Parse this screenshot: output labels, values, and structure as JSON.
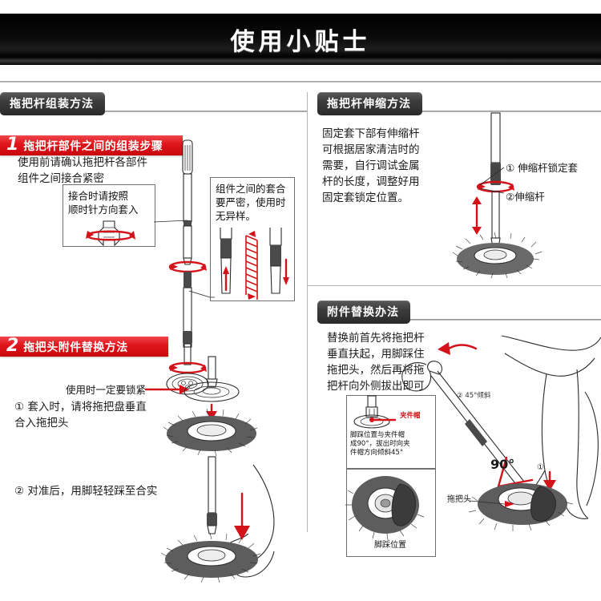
{
  "header": {
    "title": "使用小贴士"
  },
  "left_column": {
    "section_title": "拖把杆组装方法",
    "step1": {
      "number": "1",
      "title": "拖把杆部件之间的组装步骤",
      "paragraph": "使用前请确认拖把杆各部件\n组件之间接合紧密",
      "callout_left": "接合时请按照\n顺时针方向套入",
      "callout_right": "组件之间的套合\n要严密，使用时\n无异样。",
      "lock_label": "使用时一定要锁紧"
    },
    "step2": {
      "number": "2",
      "title": "拖把头附件替换方法",
      "item1": "① 套入时，请将拖把盘垂直\n合入拖把头",
      "item2": "② 对准后，用脚轻轻踩至合实"
    }
  },
  "right_column": {
    "section_top": {
      "title": "拖把杆伸缩方法",
      "paragraph": "固定套下部有伸缩杆\n可根据居家清洁时的\n需要，自行调试金属\n杆的长度，调整好用\n固定套锁定位置。",
      "label1": "① 伸缩杆锁定套",
      "label2": "②伸缩杆"
    },
    "section_bottom": {
      "title": "附件替换办法",
      "paragraph": "替换前首先将拖把杆\n垂直扶起，用脚踩住\n拖把头，然后再将拖\n把杆向外侧拔出即可",
      "clip_cap_label": "夹件帽",
      "clip_cap_note": "脚踩位置与夹件帽\n成90°，拔出时向夹\n件帽方向倾斜45°",
      "foot_position_label": "脚踩位置",
      "angle_90": "90°",
      "marker_1": "①",
      "tilt_label": "② 45°倾斜",
      "mop_head_label": "拖把头"
    }
  },
  "colors": {
    "accent_red": "#d4121a",
    "banner_black": "#000000",
    "tab_grey": "#3c3c3c"
  }
}
